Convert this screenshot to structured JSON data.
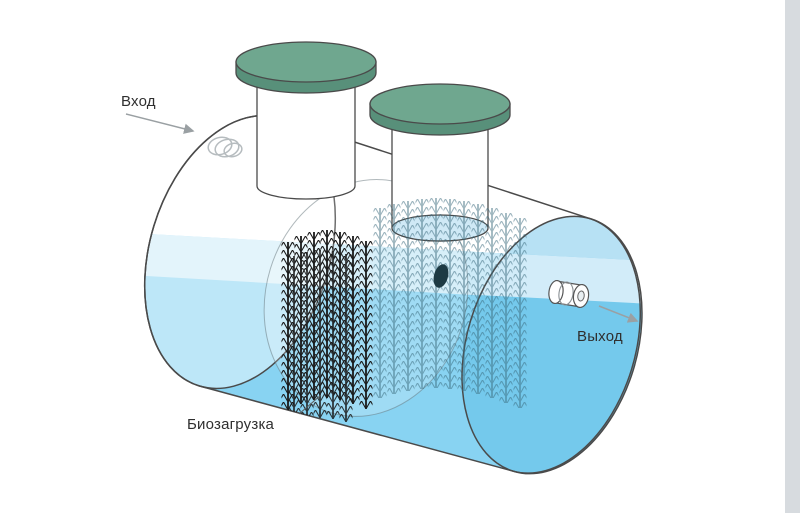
{
  "diagram": {
    "labels": {
      "inlet": "Вход",
      "outlet": "Выход",
      "bio_media": "Биозагрузка"
    },
    "colors": {
      "outline": "#4a4a4a",
      "water": "#88d3f2",
      "water_surface_band": "#cdebf8",
      "left_cap_tint": "rgba(255,255,255,0.45)",
      "right_cap": "#74c9ec",
      "right_cap_upper": "#b7e1f4",
      "right_cap_band": "#d2ecf9",
      "lid_top": "#6fa78f",
      "lid_rim": "#58907a",
      "tube_opening": "#cfe9f6",
      "bristle_dark": "#1a1a1a",
      "bristle_faded": "#3a6a7c",
      "arrow": "#9aa0a3",
      "gutter": "#d7dbdf"
    }
  }
}
